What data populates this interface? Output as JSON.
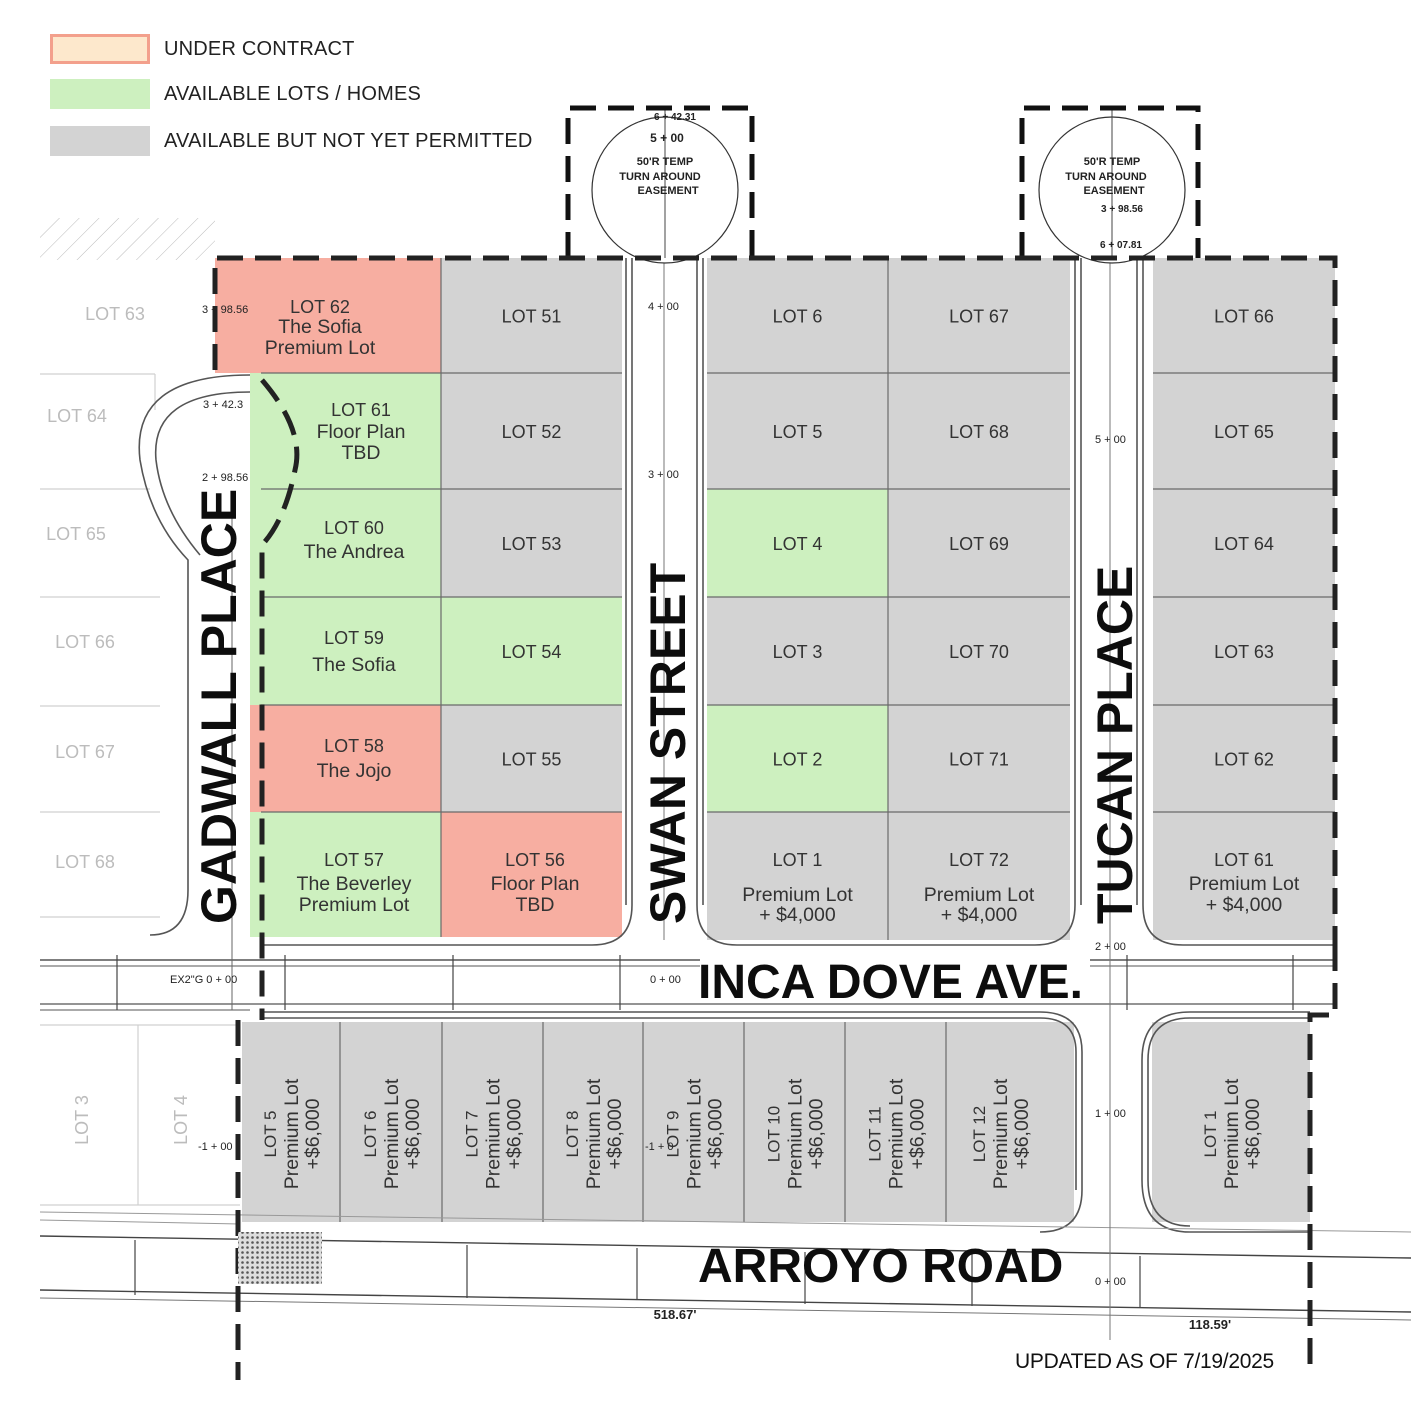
{
  "legend": [
    {
      "label": "UNDER CONTRACT",
      "fill": "#fde8cc",
      "stroke": "#f3a08c"
    },
    {
      "label": "AVAILABLE LOTS / HOMES",
      "fill": "#cdf0bf",
      "stroke": "#cdf0bf"
    },
    {
      "label": "AVAILABLE BUT NOT YET PERMITTED",
      "fill": "#d3d3d3",
      "stroke": "#d3d3d3"
    }
  ],
  "colors": {
    "contract": "#f7aea1",
    "available": "#cdf0bf",
    "notPermitted": "#d3d3d3",
    "faded": "#bcbcbc"
  },
  "streets": {
    "gadwall": "GADWALL PLACE",
    "swan": "SWAN STREET",
    "tucan": "TUCAN PLACE",
    "incaDove": "INCA DOVE AVE.",
    "arroyo": "ARROYO ROAD"
  },
  "updated": "UPDATED AS OF 7/19/2025",
  "easements": [
    {
      "lines": [
        "50'R TEMP",
        "TURN AROUND",
        "EASEMENT"
      ],
      "station_top": "6 + 42.31",
      "station_mid": "5 + 00",
      "station_bot": ""
    },
    {
      "lines": [
        "50'R TEMP",
        "TURN AROUND",
        "EASEMENT"
      ],
      "station_top": "",
      "station_mid": "3 + 98.56",
      "station_bot": "6 + 07.81"
    }
  ],
  "dimensions": {
    "arroyo_length": "518.67'",
    "east_length": "118.59'"
  },
  "stations": {
    "gadwall_a": "3 + 98.56",
    "gadwall_b": "3 + 42.3",
    "gadwall_c": "2 + 98.56",
    "swan_a": "4 + 00",
    "swan_b": "3 + 00",
    "tucan_a": "5 + 00",
    "tucan_b": "2 + 00",
    "tucan_c": "1 + 00",
    "tucan_d": "0 + 00",
    "inca_a": "0 + 00",
    "ex_a": "EX2\"G 0 + 00",
    "ex_b": "-1 + 00",
    "ex_c": "-1 + 0"
  },
  "lots": [
    {
      "id": "lot62",
      "lines": [
        "LOT  62",
        "The Sofia",
        "Premium Lot"
      ],
      "status": "contract"
    },
    {
      "id": "lot51",
      "lines": [
        "LOT  51"
      ],
      "status": "notPermitted"
    },
    {
      "id": "lot61",
      "lines": [
        "LOT  61",
        "Floor Plan",
        "TBD"
      ],
      "status": "available"
    },
    {
      "id": "lot52",
      "lines": [
        "LOT  52"
      ],
      "status": "notPermitted"
    },
    {
      "id": "lot60",
      "lines": [
        "LOT  60",
        "The Andrea"
      ],
      "status": "available"
    },
    {
      "id": "lot53",
      "lines": [
        "LOT  53"
      ],
      "status": "notPermitted"
    },
    {
      "id": "lot59",
      "lines": [
        "LOT  59",
        "The Sofia"
      ],
      "status": "available"
    },
    {
      "id": "lot54",
      "lines": [
        "LOT  54"
      ],
      "status": "available"
    },
    {
      "id": "lot58",
      "lines": [
        "LOT  58",
        "The Jojo"
      ],
      "status": "contract"
    },
    {
      "id": "lot55",
      "lines": [
        "LOT  55"
      ],
      "status": "notPermitted"
    },
    {
      "id": "lot57",
      "lines": [
        "LOT  57",
        "The Beverley",
        "Premium Lot"
      ],
      "status": "available"
    },
    {
      "id": "lot56",
      "lines": [
        "LOT  56",
        "Floor Plan",
        "TBD"
      ],
      "status": "contract"
    },
    {
      "id": "lot6",
      "lines": [
        "LOT  6"
      ],
      "status": "notPermitted"
    },
    {
      "id": "lot67",
      "lines": [
        "LOT  67"
      ],
      "status": "notPermitted"
    },
    {
      "id": "lot5",
      "lines": [
        "LOT  5"
      ],
      "status": "notPermitted"
    },
    {
      "id": "lot68",
      "lines": [
        "LOT  68"
      ],
      "status": "notPermitted"
    },
    {
      "id": "lot4",
      "lines": [
        "LOT  4"
      ],
      "status": "available"
    },
    {
      "id": "lot69",
      "lines": [
        "LOT  69"
      ],
      "status": "notPermitted"
    },
    {
      "id": "lot3",
      "lines": [
        "LOT  3"
      ],
      "status": "notPermitted"
    },
    {
      "id": "lot70",
      "lines": [
        "LOT  70"
      ],
      "status": "notPermitted"
    },
    {
      "id": "lot2",
      "lines": [
        "LOT  2"
      ],
      "status": "available"
    },
    {
      "id": "lot71",
      "lines": [
        "LOT  71"
      ],
      "status": "notPermitted"
    },
    {
      "id": "lot1",
      "lines": [
        "LOT  1",
        "Premium Lot",
        "+ $4,000"
      ],
      "status": "notPermitted"
    },
    {
      "id": "lot72",
      "lines": [
        "LOT  72",
        "Premium Lot",
        "+ $4,000"
      ],
      "status": "notPermitted"
    },
    {
      "id": "lot66e",
      "lines": [
        "LOT  66"
      ],
      "status": "notPermitted"
    },
    {
      "id": "lot65e",
      "lines": [
        "LOT  65"
      ],
      "status": "notPermitted"
    },
    {
      "id": "lot64e",
      "lines": [
        "LOT  64"
      ],
      "status": "notPermitted"
    },
    {
      "id": "lot63e",
      "lines": [
        "LOT  63"
      ],
      "status": "notPermitted"
    },
    {
      "id": "lot62e",
      "lines": [
        "LOT  62"
      ],
      "status": "notPermitted"
    },
    {
      "id": "lot61e",
      "lines": [
        "LOT  61",
        "Premium Lot",
        "+ $4,000"
      ],
      "status": "notPermitted"
    },
    {
      "id": "lot5s",
      "lines": [
        "LOT  5",
        "Premium Lot",
        "+$6,000"
      ],
      "status": "notPermitted"
    },
    {
      "id": "lot6s",
      "lines": [
        "LOT  6",
        "Premium Lot",
        "+$6,000"
      ],
      "status": "notPermitted"
    },
    {
      "id": "lot7s",
      "lines": [
        "LOT  7",
        "Premium Lot",
        "+$6,000"
      ],
      "status": "notPermitted"
    },
    {
      "id": "lot8s",
      "lines": [
        "LOT  8",
        "Premium Lot",
        "+$6,000"
      ],
      "status": "notPermitted"
    },
    {
      "id": "lot9s",
      "lines": [
        "LOT  9",
        "Premium Lot",
        "+$6,000"
      ],
      "status": "notPermitted"
    },
    {
      "id": "lot10s",
      "lines": [
        "LOT  10",
        "Premium Lot",
        "+$6,000"
      ],
      "status": "notPermitted"
    },
    {
      "id": "lot11s",
      "lines": [
        "LOT  11",
        "Premium Lot",
        "+$6,000"
      ],
      "status": "notPermitted"
    },
    {
      "id": "lot12s",
      "lines": [
        "LOT  12",
        "Premium Lot",
        "+$6,000"
      ],
      "status": "notPermitted"
    },
    {
      "id": "lot1s",
      "lines": [
        "LOT  1",
        "Premium Lot",
        "+$6,000"
      ],
      "status": "notPermitted"
    }
  ],
  "neighbor_lots": [
    {
      "id": "n63",
      "label": "LOT  63"
    },
    {
      "id": "n64",
      "label": "LOT  64"
    },
    {
      "id": "n65",
      "label": "LOT  65"
    },
    {
      "id": "n66",
      "label": "LOT  66"
    },
    {
      "id": "n67",
      "label": "LOT  67"
    },
    {
      "id": "n68",
      "label": "LOT  68"
    },
    {
      "id": "n3",
      "label": "LOT  3"
    },
    {
      "id": "n4",
      "label": "LOT  4"
    }
  ]
}
